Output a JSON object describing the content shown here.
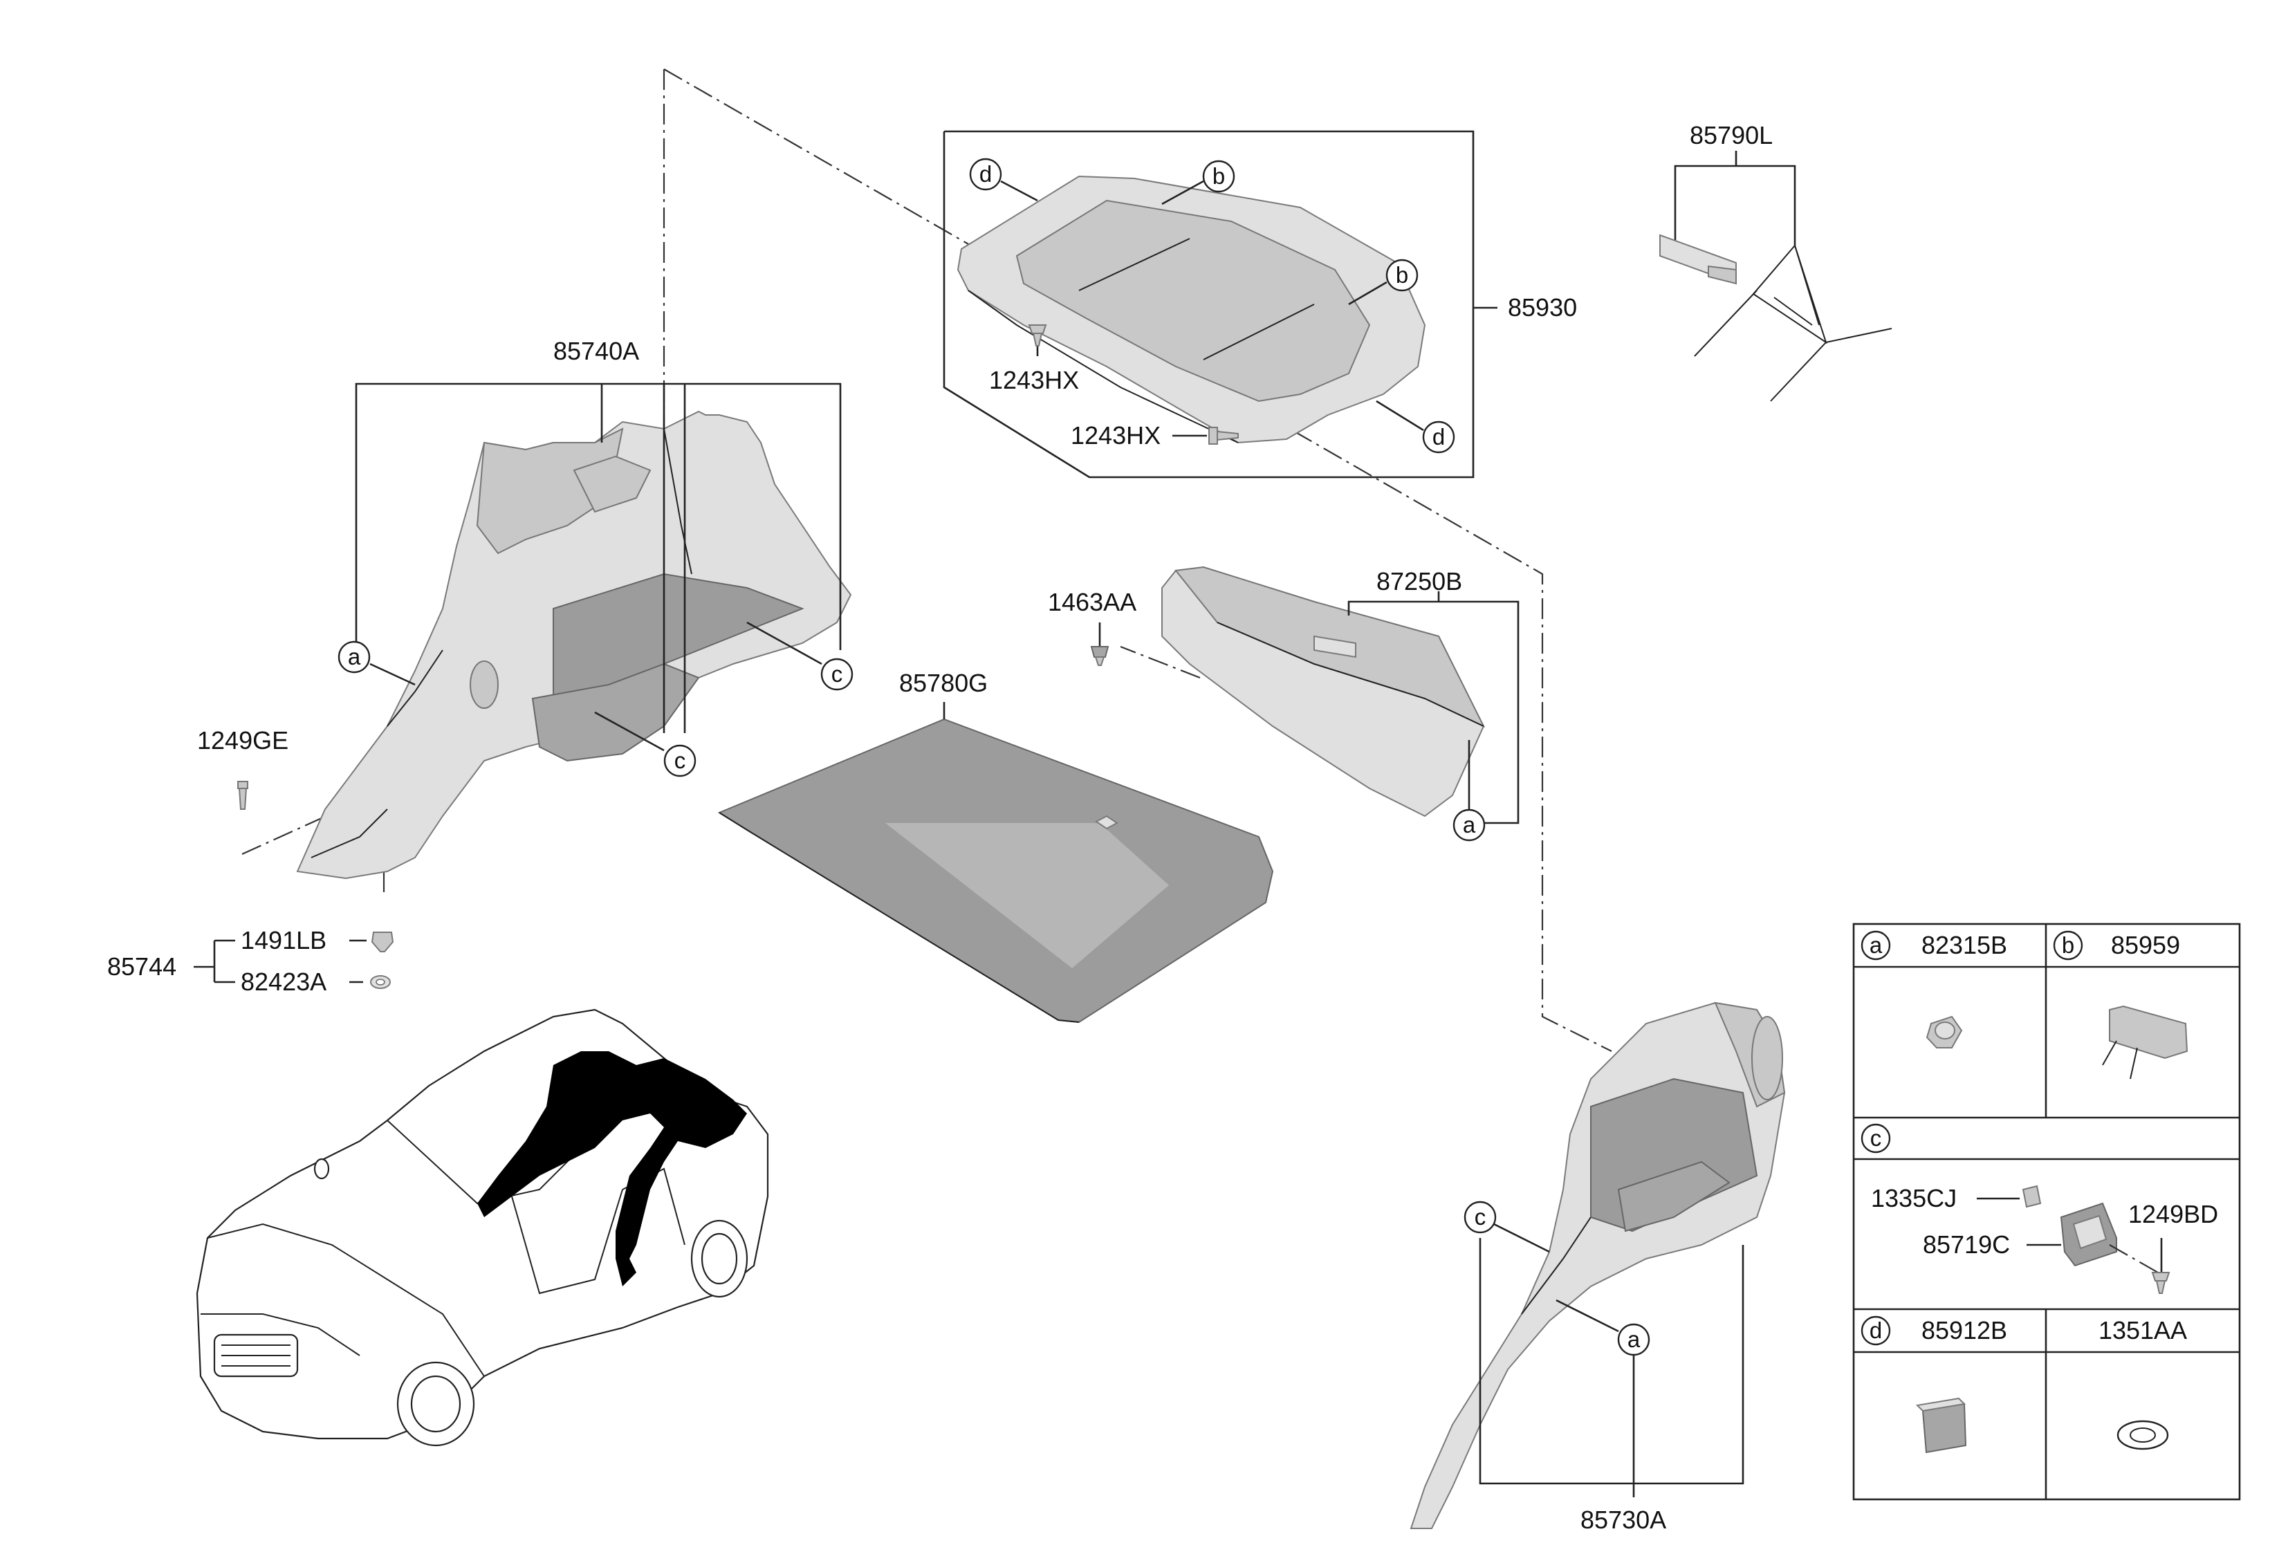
{
  "part_labels": {
    "p85740A": "85740A",
    "p1249GE": "1249GE",
    "p85744": "85744",
    "p1491LB": "1491LB",
    "p82423A": "82423A",
    "p1243HX_a": "1243HX",
    "p1243HX_b": "1243HX",
    "p85930": "85930",
    "p85790L": "85790L",
    "p85780G": "85780G",
    "p1463AA": "1463AA",
    "p87250B": "87250B",
    "p85730A": "85730A"
  },
  "callouts": {
    "a": "a",
    "b": "b",
    "c": "c",
    "d": "d"
  },
  "legend": {
    "cell_a": {
      "key": "a",
      "part": "82315B"
    },
    "cell_b": {
      "key": "b",
      "part": "85959"
    },
    "cell_c": {
      "key": "c",
      "parts": [
        "1335CJ",
        "85719C",
        "1249BD"
      ]
    },
    "cell_d": {
      "key": "d",
      "part": "85912B"
    },
    "cell_e": {
      "part": "1351AA"
    }
  }
}
